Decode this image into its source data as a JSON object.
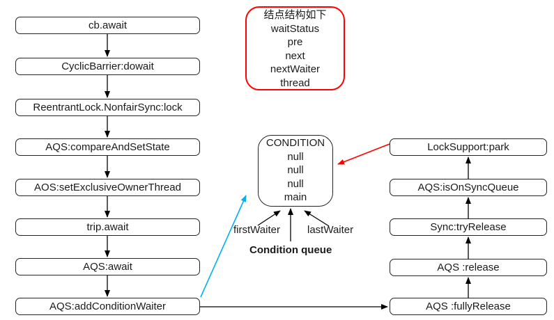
{
  "colors": {
    "box_border": "#222222",
    "red_accent": "#ff0000",
    "cyan_accent": "#00b0f0",
    "arrow_black": "#000000",
    "text": "#1a1a1a",
    "background": "#ffffff"
  },
  "node_struct_box": {
    "title": "结点结构如下",
    "fields": [
      "waitStatus",
      "pre",
      "next",
      "nextWaiter",
      "thread"
    ]
  },
  "condition_box": {
    "title": "CONDITION",
    "values": [
      "null",
      "null",
      "null",
      "main"
    ]
  },
  "condition_labels": {
    "first_waiter": "firstWaiter",
    "last_waiter": "lastWaiter",
    "caption": "Condition queue"
  },
  "left_flow": [
    {
      "label": "cb.await"
    },
    {
      "label": "CyclicBarrier:dowait"
    },
    {
      "label": "ReentrantLock.NonfairSync:lock"
    },
    {
      "label": "AQS:compareAndSetState"
    },
    {
      "label": "AOS:setExclusiveOwnerThread"
    },
    {
      "label": "trip.await"
    },
    {
      "label": "AQS:await"
    },
    {
      "label": "AQS:addConditionWaiter"
    }
  ],
  "right_flow": [
    {
      "label": "LockSupport:park"
    },
    {
      "label": "AQS:isOnSyncQueue"
    },
    {
      "label": "Sync:tryRelease"
    },
    {
      "label": "AQS :release"
    },
    {
      "label": "AQS :fullyRelease"
    }
  ]
}
